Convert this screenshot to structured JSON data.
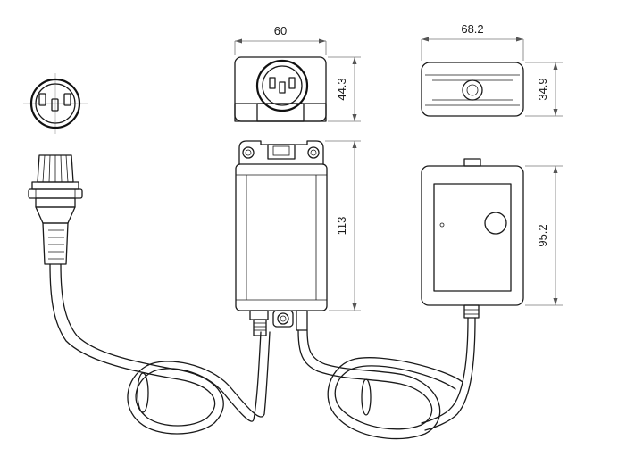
{
  "dimensions": {
    "top_width": "60",
    "top_height": "44.3",
    "side_width": "68.2",
    "side_height": "34.9",
    "front_height": "113",
    "back_height": "95.2"
  }
}
